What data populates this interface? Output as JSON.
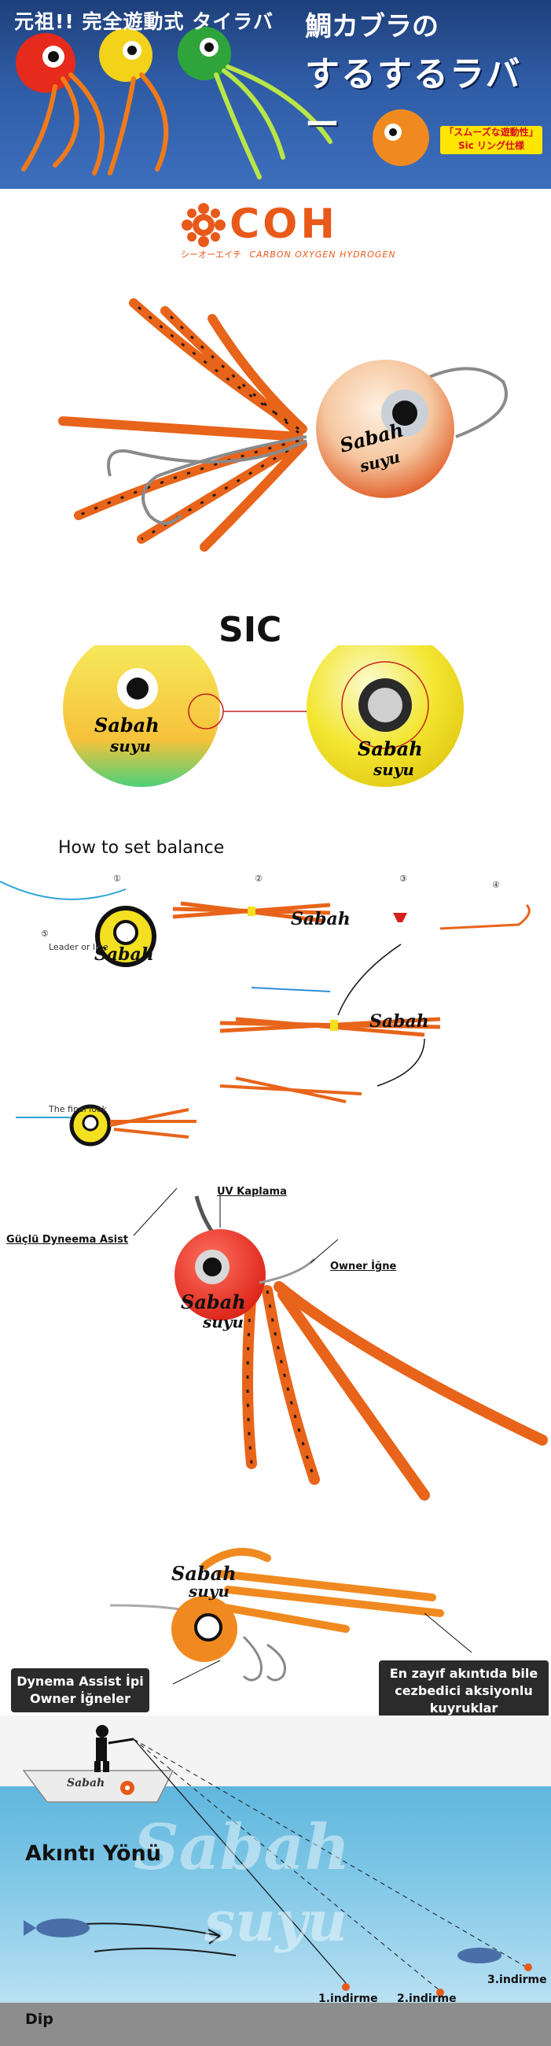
{
  "banner": {
    "title_left": "元祖!! 完全遊動式 タイラバ",
    "title_right_line1": "鯛カブラの",
    "title_right_line2": "するするラバー",
    "badge": "「スムーズな遊動性」 Sic リング仕様"
  },
  "logo": {
    "brand": "COH",
    "kana": "シーオーエイチ",
    "subtitle": "CARBON OXYGEN HYDROGEN"
  },
  "watermark": {
    "line1": "Sabah",
    "line2": "suyu"
  },
  "sic": {
    "label": "SIC"
  },
  "howto": {
    "title": "How to set balance",
    "steps": [
      "①",
      "②",
      "③",
      "④",
      "⑤"
    ],
    "leader_label": "Leader or line",
    "final_look": "The final look"
  },
  "anatomy": {
    "uv": "UV Kaplama",
    "dyneema": "Güçlü Dyneema Asist",
    "owner": "Owner İğne"
  },
  "features": {
    "left_box": "Dynema Assist İpi Owner İğneler",
    "right_box": "En zayıf akıntıda bile cezbedici aksiyonlu kuyruklar"
  },
  "scene": {
    "current": "Akıntı Yönü",
    "bottom": "Dip",
    "drops": [
      "1.indirme",
      "2.indirme",
      "3.indirme"
    ]
  },
  "colors": {
    "orange": "#e8591a",
    "banner_blue": "#2e5aa3",
    "sea": "#7dc6e6"
  }
}
